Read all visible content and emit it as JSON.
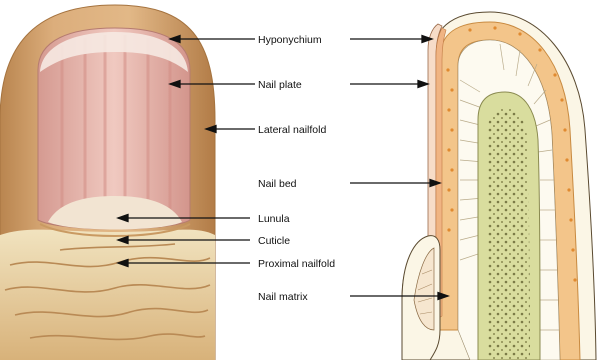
{
  "labels": {
    "hyponychium": "Hyponychium",
    "nail_plate": "Nail plate",
    "lateral_nailfold": "Lateral nailfold",
    "nail_bed": "Nail bed",
    "lunula": "Lunula",
    "cuticle": "Cuticle",
    "proximal_nailfold": "Proximal nailfold",
    "nail_matrix": "Nail matrix"
  },
  "colors": {
    "skin": "#d9a975",
    "skin_shadow": "#b9854f",
    "nail_pink": "#e8b8b0",
    "nail_stripe": "#d99a94",
    "nail_edge": "#f4e6dc",
    "lunula": "#efe0c8",
    "cuticle_skin": "#e4cf9c",
    "section_outer": "#fbf6e6",
    "section_orange": "#f2c48a",
    "section_dots": "#e0913a",
    "section_bone": "#d8dc9c",
    "section_marrow": "#c9cc8a",
    "outline": "#4a3a22",
    "leader": "#111111"
  }
}
